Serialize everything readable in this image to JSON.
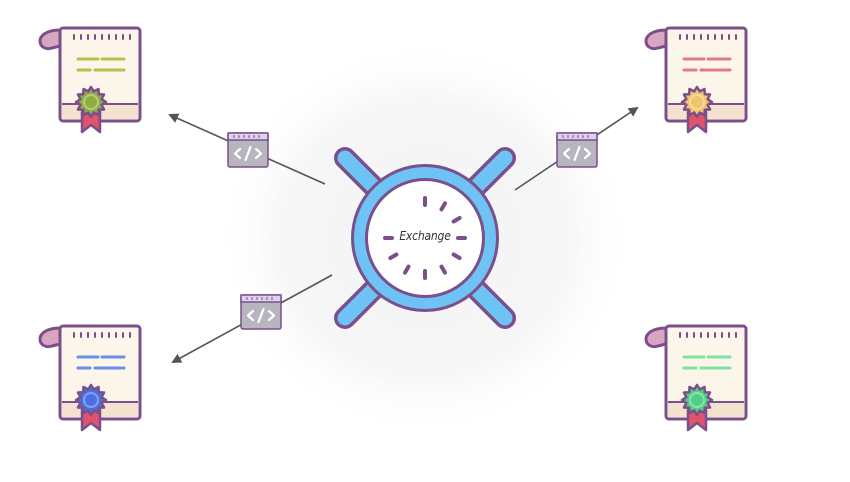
{
  "center": {
    "label": "Exchange"
  },
  "colors": {
    "outline": "#7b4f8c",
    "hub_fill": "#6ec2f4",
    "hub_glow": "#f4f4f6",
    "paper": "#fcf5ea",
    "paper_edge": "#f3e2cf",
    "scroll_curl": "#d9a5c0",
    "ribbon": "#e0546b",
    "arrow": "#555555",
    "code_box": "#b9b5bf",
    "code_box_top": "#dcd3ea"
  },
  "certificates": [
    {
      "id": "top-left",
      "line_color": "#b2c24a",
      "seal_color": "#8fad43",
      "connected": true
    },
    {
      "id": "top-right",
      "line_color": "#e07a86",
      "seal_color": "#f0c66c",
      "connected": true
    },
    {
      "id": "bottom-left",
      "line_color": "#6a8fe6",
      "seal_color": "#4a6fe0",
      "connected": true
    },
    {
      "id": "bottom-right",
      "line_color": "#7fe3a0",
      "seal_color": "#4fcf86",
      "connected": false
    }
  ],
  "connectors": [
    {
      "target": "top-left",
      "icon": "code-icon"
    },
    {
      "target": "top-right",
      "icon": "code-icon"
    },
    {
      "target": "bottom-left",
      "icon": "code-icon"
    }
  ]
}
